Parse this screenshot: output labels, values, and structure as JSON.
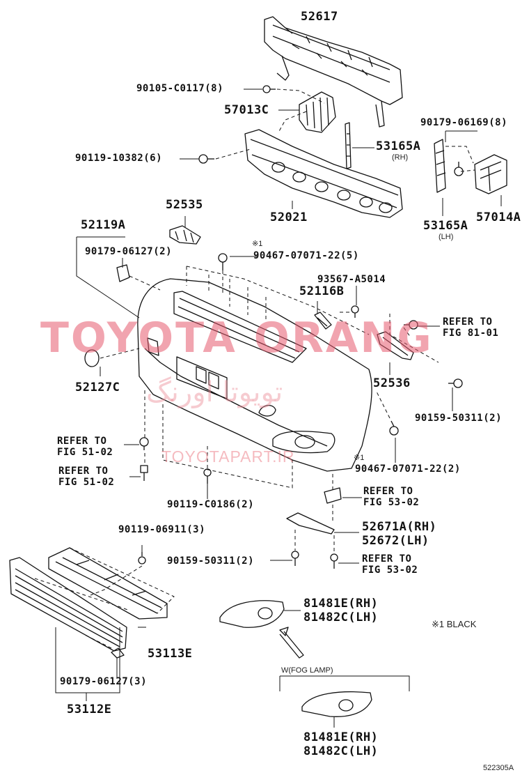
{
  "labels": {
    "p52617": "52617",
    "p90105": "90105-C0117(8)",
    "p57013c": "57013C",
    "p90179_06169": "90179-06169(8)",
    "p90119_10382": "90119-10382(6)",
    "p53165a_rh": "53165A",
    "rh_note": "(RH)",
    "p52535": "52535",
    "p52021": "52021",
    "p53165a_lh": "53165A",
    "lh_note": "(LH)",
    "p57014a": "57014A",
    "p52119a": "52119A",
    "p90179_06127_2": "90179-06127(2)",
    "mark1_a": "※1",
    "p90467_5": "90467-07071-22(5)",
    "p93567": "93567-A5014",
    "p52116b": "52116B",
    "refer_81_a": "REFER TO",
    "refer_81_b": "FIG 81-01",
    "p52127c": "52127C",
    "p52536": "52536",
    "p90159_50311_2a": "90159-50311(2)",
    "refer_51a_a": "REFER TO",
    "refer_51a_b": "FIG 51-02",
    "refer_51b_a": "REFER TO",
    "refer_51b_b": "FIG 51-02",
    "mark1_b": "※1",
    "p90467_2": "90467-07071-22(2)",
    "p90119_c0186": "90119-C0186(2)",
    "refer_53a_a": "REFER TO",
    "refer_53a_b": "FIG 53-02",
    "p52671a": "52671A(RH)",
    "p52672": "52672(LH)",
    "p90119_06911": "90119-06911(3)",
    "p90159_50311_2b": "90159-50311(2)",
    "refer_53b_a": "REFER TO",
    "refer_53b_b": "FIG 53-02",
    "p81481e_a": "81481E(RH)",
    "p81482c_a": "81482C(LH)",
    "black_note": "※1 BLACK",
    "p53113e": "53113E",
    "fog_note": "W(FOG LAMP)",
    "p90179_06127_3": "90179-06127(3)",
    "p53112e": "53112E",
    "p81481e_b": "81481E(RH)",
    "p81482c_b": "81482C(LH)",
    "fig_code": "522305A"
  },
  "watermark": {
    "brand": "TOYOTA ORANG",
    "persian": "تویوتا اورنگ",
    "site": "TOYOTAPART.IR"
  }
}
